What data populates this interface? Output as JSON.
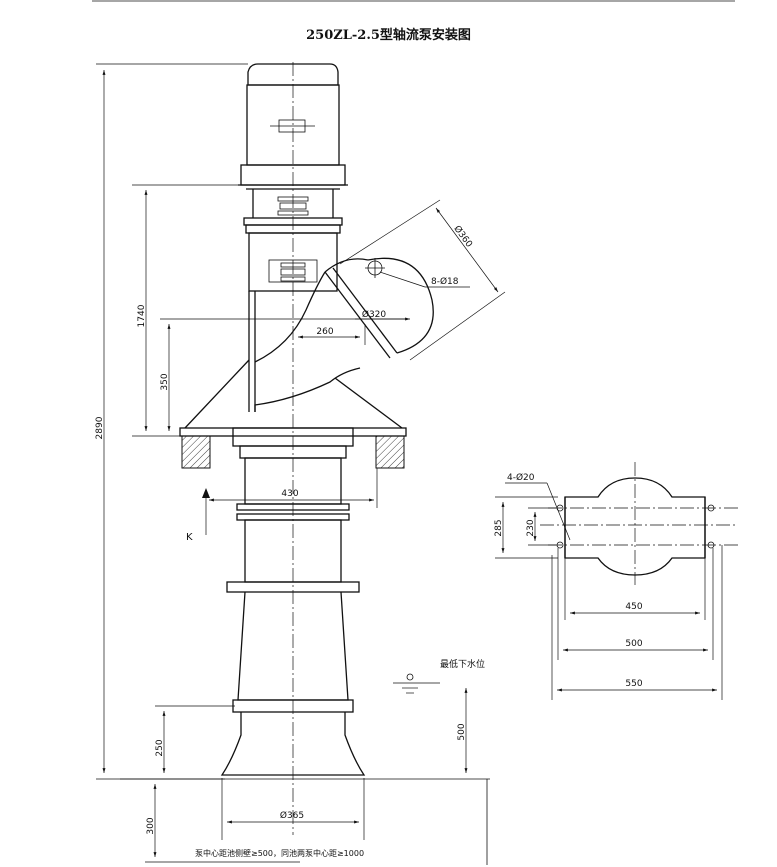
{
  "title": "250ZL-2.5型轴流泵安装图",
  "dimensions": {
    "overall_height": "2890",
    "motor_to_base": "1740",
    "outlet_height": "350",
    "outlet_offset": "260",
    "outlet_dia": "Ø320",
    "flange_dia": "Ø360",
    "flange_bolts": "8-Ø18",
    "base_width": "430",
    "bell_dia": "Ø365",
    "bell_height": "250",
    "submersion": "300",
    "min_water_depth": "500",
    "holes": "4-Ø20",
    "plan_285": "285",
    "plan_230": "230",
    "plan_450": "450",
    "plan_500": "500",
    "plan_550": "550"
  },
  "labels": {
    "view_k": "K",
    "water_level": "最低下水位",
    "note": "泵中心距池侧壁≥500，同池两泵中心距≥1000"
  }
}
